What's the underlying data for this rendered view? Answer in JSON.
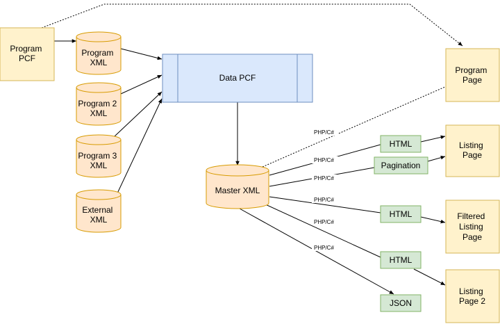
{
  "nodes": {
    "program_pcf": [
      "Program",
      "PCF"
    ],
    "program_xml": [
      "Program",
      "XML"
    ],
    "program2_xml": [
      "Program 2",
      "XML"
    ],
    "program3_xml": [
      "Program 3",
      "XML"
    ],
    "external_xml": [
      "External",
      "XML"
    ],
    "data_pcf": [
      "Data PCF"
    ],
    "master_xml": [
      "Master XML"
    ],
    "program_page": [
      "Program",
      "Page"
    ],
    "listing_page": [
      "Listing",
      "Page"
    ],
    "filtered_listing_page": [
      "Filtered",
      "Listing",
      "Page"
    ],
    "listing_page2": [
      "Listing",
      "Page 2"
    ],
    "html_1": [
      "HTML"
    ],
    "pagination": [
      "Pagination"
    ],
    "html_2": [
      "HTML"
    ],
    "html_3": [
      "HTML"
    ],
    "json": [
      "JSON"
    ]
  },
  "edge_labels": [
    "PHP/C#",
    "PHP/C#",
    "PHP/C#",
    "PHP/C#",
    "PHP/C#",
    "PHP/C#"
  ],
  "colors": {
    "cylinder_fill": "#ffe6cc",
    "cylinder_stroke": "#d79b00",
    "page_fill": "#fff2cc",
    "page_stroke": "#d6b656",
    "process_fill": "#dae8fc",
    "process_stroke": "#6c8ebf",
    "format_fill": "#d5e8d4",
    "format_stroke": "#82b366"
  }
}
